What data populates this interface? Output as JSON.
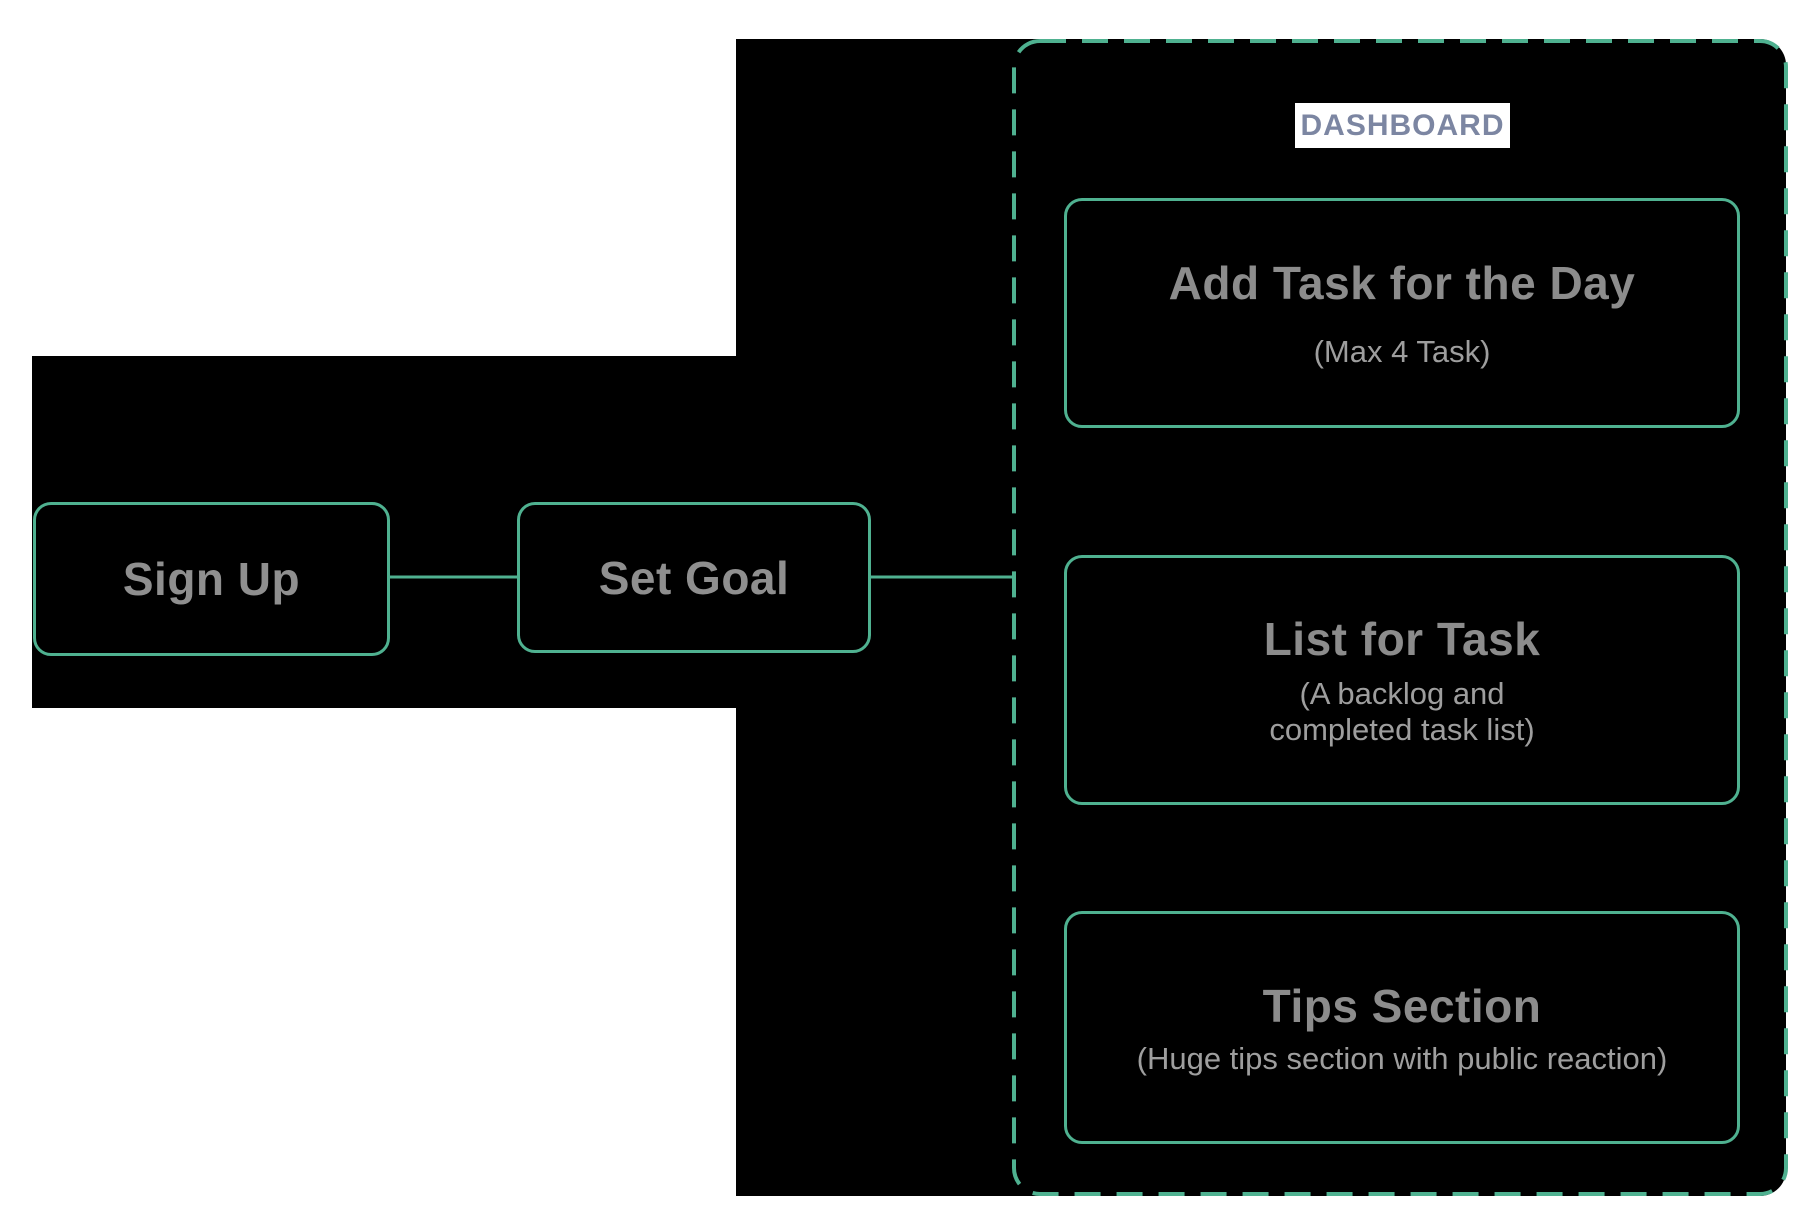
{
  "flow": {
    "nodes": [
      {
        "id": "sign-up",
        "label": "Sign Up"
      },
      {
        "id": "set-goal",
        "label": "Set Goal"
      }
    ]
  },
  "dashboard": {
    "title": "DASHBOARD",
    "cards": [
      {
        "title": "Add Task for the Day",
        "subtitle": "(Max 4 Task)"
      },
      {
        "title": "List for Task",
        "subtitle": "(A backlog and completed task list)"
      },
      {
        "title": "Tips Section",
        "subtitle": "(Huge tips section with public reaction)"
      }
    ]
  },
  "colors": {
    "accent_teal": "#4fb190",
    "node_label": "#8f8f8f",
    "card_title": "#8c8c8c",
    "card_subtitle": "#9e9e9e",
    "dashboard_label": "#7c86a2",
    "diagram_fill": "#000000",
    "highlight": "#ffffff",
    "page_bg": "#ffffff"
  }
}
